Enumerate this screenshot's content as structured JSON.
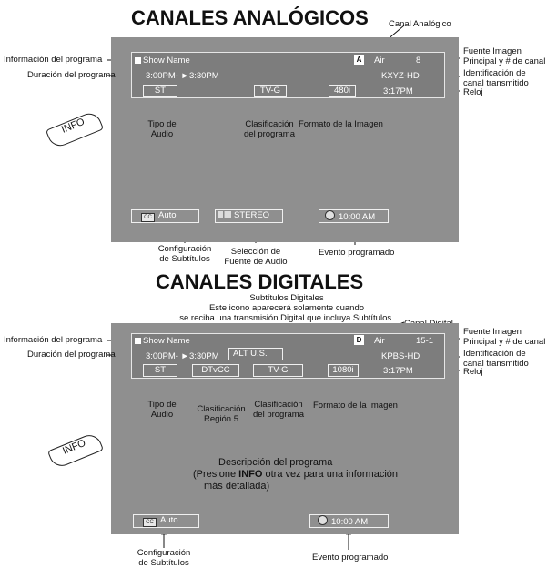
{
  "analog": {
    "title": "CANALES ANALÓGICOS",
    "banner": {
      "show_name": "Show Name",
      "time": "3:00PM- ►3:30PM",
      "badge": "A",
      "source": "Air",
      "channel": "8",
      "station": "KXYZ-HD",
      "audio": "ST",
      "rating": "TV-G",
      "format": "480i",
      "clock": "3:17PM"
    },
    "bottom": {
      "subtitles": "Auto",
      "audio_source": "STEREO",
      "event": "10:00 AM"
    },
    "labels": {
      "canal": "Canal Analógico",
      "info_programa": "Información del programa",
      "duracion": "Duración del programa",
      "fuente": [
        "Fuente Imagen",
        "Principal y # de canal"
      ],
      "identificacion": [
        "Identificación de",
        "canal transmitido"
      ],
      "reloj": "Reloj",
      "tipo_audio": [
        "Tipo de",
        "Audio"
      ],
      "clasificacion": [
        "Clasificación",
        "del programa"
      ],
      "formato": "Formato de la Imagen",
      "config_sub": [
        "Configuración",
        "de Subtítulos"
      ],
      "sel_fuente": [
        "Selección de",
        "Fuente de Audio"
      ],
      "evento": "Evento programado"
    }
  },
  "digital": {
    "title": "CANALES DIGITALES",
    "banner": {
      "show_name": "Show Name",
      "time": "3:00PM- ►3:30PM",
      "alt": "ALT U.S.",
      "badge": "D",
      "source": "Air",
      "channel": "15-1",
      "station": "KPBS-HD",
      "audio": "ST",
      "dtvcc": "DTvCC",
      "rating": "TV-G",
      "format": "1080i",
      "clock": "3:17PM"
    },
    "bottom": {
      "subtitles": "Auto",
      "event": "10:00 AM"
    },
    "description_lines": [
      "Descripción del programa",
      "(Presione ",
      "INFO",
      " otra vez para una información",
      "más detallada)"
    ],
    "labels": {
      "subtitulos": [
        "Subtítulos Digitales",
        "Este icono aparecerá solamente cuando",
        "se reciba una transmisión Digital que incluya Subtítulos."
      ],
      "canal": "Canal Digital",
      "info_programa": "Información del programa",
      "duracion": "Duración del programa",
      "fuente": [
        "Fuente Imagen",
        "Principal y # de canal"
      ],
      "identificacion": [
        "Identificación de",
        "canal transmitido"
      ],
      "reloj": "Reloj",
      "tipo_audio": [
        "Tipo de",
        "Audio"
      ],
      "clasif_region": [
        "Clasificación",
        "Región 5"
      ],
      "clasificacion": [
        "Clasificación",
        "del programa"
      ],
      "formato": "Formato de la Imagen",
      "config_sub": [
        "Configuración",
        "de Subtítulos"
      ],
      "evento": "Evento programado"
    }
  },
  "info_button": "INFO"
}
